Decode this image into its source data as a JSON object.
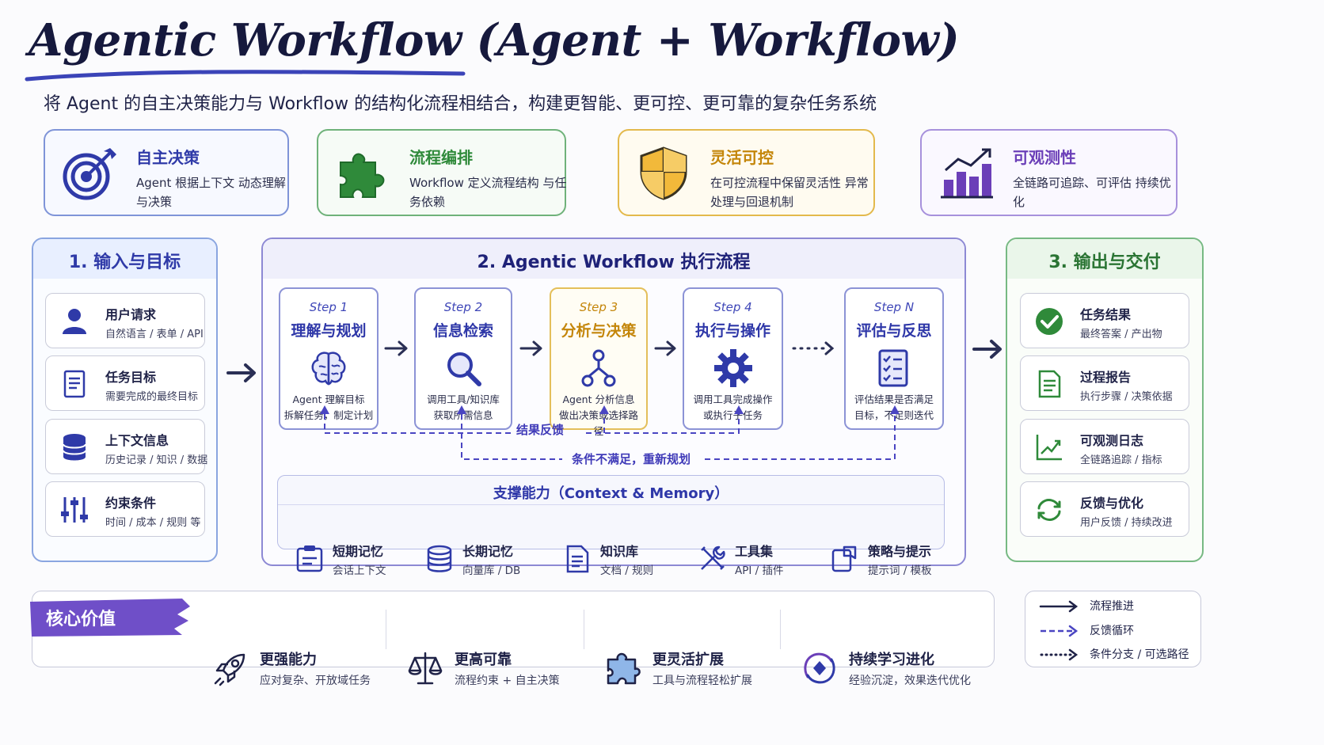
{
  "header": {
    "title": "Agentic Workflow (Agent + Workflow)",
    "subtitle": "将 Agent 的自主决策能力与 Workflow 的结构化流程相结合，构建更智能、更可控、更可靠的复杂任务系统"
  },
  "features": [
    {
      "title": "自主决策",
      "desc": "Agent 根据上下文 动态理解与决策",
      "icon": "target-icon",
      "color": "#2f3aa8"
    },
    {
      "title": "流程编排",
      "desc": "Workflow 定义流程结构 与任务依赖",
      "icon": "puzzle-icon",
      "color": "#2f8a3a"
    },
    {
      "title": "灵活可控",
      "desc": "在可控流程中保留灵活性 异常处理与回退机制",
      "icon": "shield-icon",
      "color": "#d19212"
    },
    {
      "title": "可观测性",
      "desc": "全链路可追踪、可评估 持续优化",
      "icon": "bar-chart-icon",
      "color": "#6b3fb8"
    }
  ],
  "input_panel": {
    "title": "1. 输入与目标",
    "items": [
      {
        "title": "用户请求",
        "desc": "自然语言 / 表单 / API",
        "icon": "user-icon"
      },
      {
        "title": "任务目标",
        "desc": "需要完成的最终目标",
        "icon": "document-icon"
      },
      {
        "title": "上下文信息",
        "desc": "历史记录 / 知识 / 数据",
        "icon": "database-icon"
      },
      {
        "title": "约束条件",
        "desc": "时间 / 成本 / 规则 等",
        "icon": "sliders-icon"
      }
    ]
  },
  "workflow_panel": {
    "title": "2. Agentic Workflow 执行流程",
    "steps": [
      {
        "id": "Step 1",
        "name": "理解与规划",
        "desc1": "Agent 理解目标",
        "desc2": "拆解任务，制定计划",
        "icon": "brain-icon"
      },
      {
        "id": "Step 2",
        "name": "信息检索",
        "desc1": "调用工具/知识库",
        "desc2": "获取所需信息",
        "icon": "magnifier-icon"
      },
      {
        "id": "Step 3",
        "name": "分析与决策",
        "desc1": "Agent 分析信息",
        "desc2": "做出决策或选择路径",
        "icon": "branch-icon"
      },
      {
        "id": "Step 4",
        "name": "执行与操作",
        "desc1": "调用工具完成操作",
        "desc2": "或执行子任务",
        "icon": "gear-icon"
      },
      {
        "id": "Step N",
        "name": "评估与反思",
        "desc1": "评估结果是否满足",
        "desc2": "目标，不足则迭代",
        "icon": "checklist-icon"
      }
    ],
    "feedback_label": "结果反馈",
    "replan_label": "条件不满足，重新规划",
    "support": {
      "title": "支撑能力（Context & Memory）",
      "items": [
        {
          "title": "短期记忆",
          "desc": "会话上下文",
          "icon": "clipboard-icon"
        },
        {
          "title": "长期记忆",
          "desc": "向量库 / DB",
          "icon": "database-icon"
        },
        {
          "title": "知识库",
          "desc": "文档 / 规则",
          "icon": "document-icon"
        },
        {
          "title": "工具集",
          "desc": "API / 插件",
          "icon": "tools-icon"
        },
        {
          "title": "策略与提示",
          "desc": "提示词 / 模板",
          "icon": "prompt-icon"
        }
      ]
    }
  },
  "output_panel": {
    "title": "3. 输出与交付",
    "items": [
      {
        "title": "任务结果",
        "desc": "最终答案 / 产出物",
        "icon": "check-circle-icon"
      },
      {
        "title": "过程报告",
        "desc": "执行步骤 / 决策依据",
        "icon": "report-icon"
      },
      {
        "title": "可观测日志",
        "desc": "全链路追踪 / 指标",
        "icon": "line-chart-icon"
      },
      {
        "title": "反馈与优化",
        "desc": "用户反馈 / 持续改进",
        "icon": "refresh-icon"
      }
    ]
  },
  "core_value": {
    "label": "核心价值",
    "items": [
      {
        "title": "更强能力",
        "desc": "应对复杂、开放域任务",
        "icon": "rocket-icon"
      },
      {
        "title": "更高可靠",
        "desc": "流程约束 + 自主决策",
        "icon": "scale-icon"
      },
      {
        "title": "更灵活扩展",
        "desc": "工具与流程轻松扩展",
        "icon": "puzzle-icon"
      },
      {
        "title": "持续学习进化",
        "desc": "经验沉淀，效果迭代优化",
        "icon": "cycle-icon"
      }
    ]
  },
  "legend": {
    "items": [
      {
        "label": "流程推进",
        "style": "solid"
      },
      {
        "label": "反馈循环",
        "style": "dashed"
      },
      {
        "label": "条件分支 / 可选路径",
        "style": "dotted"
      }
    ]
  },
  "colors": {
    "navy": "#1f2247",
    "blue": "#2f3aa8",
    "green": "#2f8a3a",
    "gold": "#d19212",
    "purple": "#6b3fb8"
  }
}
